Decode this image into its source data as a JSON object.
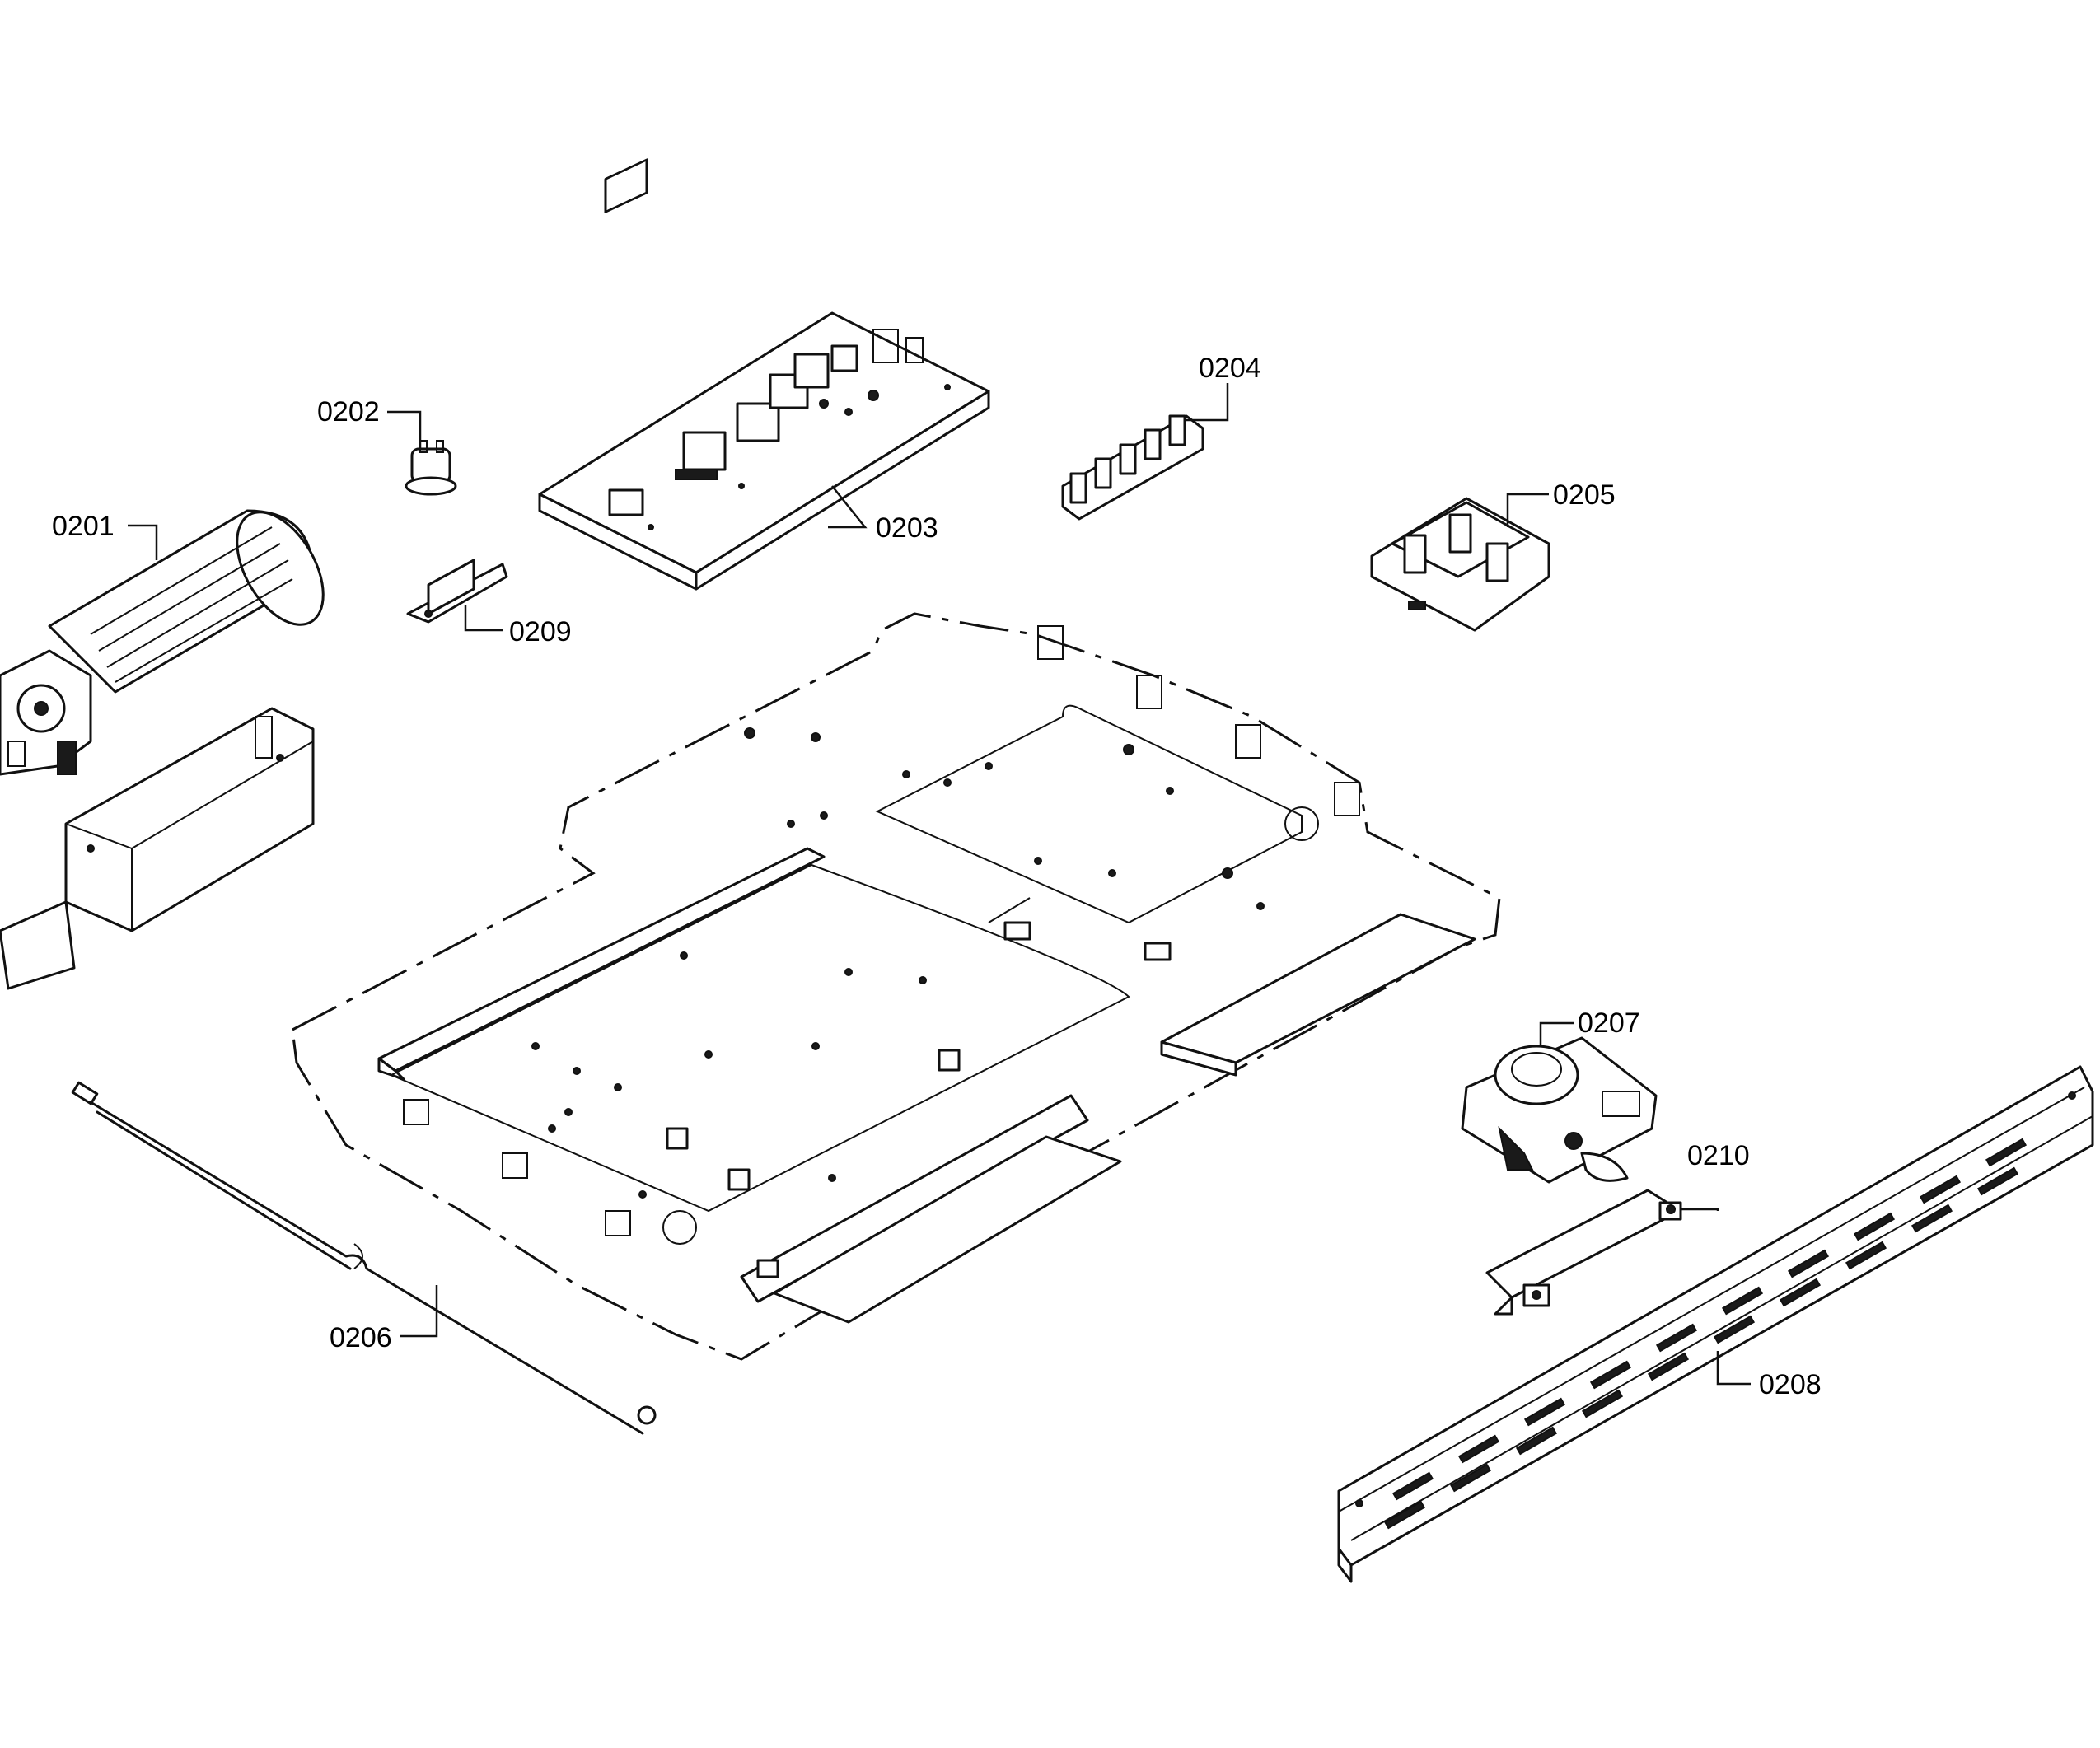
{
  "callouts": {
    "p0201": "0201",
    "p0202": "0202",
    "p0203": "0203",
    "p0204": "0204",
    "p0205": "0205",
    "p0206": "0206",
    "p0207": "0207",
    "p0208": "0208",
    "p0209": "0209",
    "p0210": "0210"
  }
}
